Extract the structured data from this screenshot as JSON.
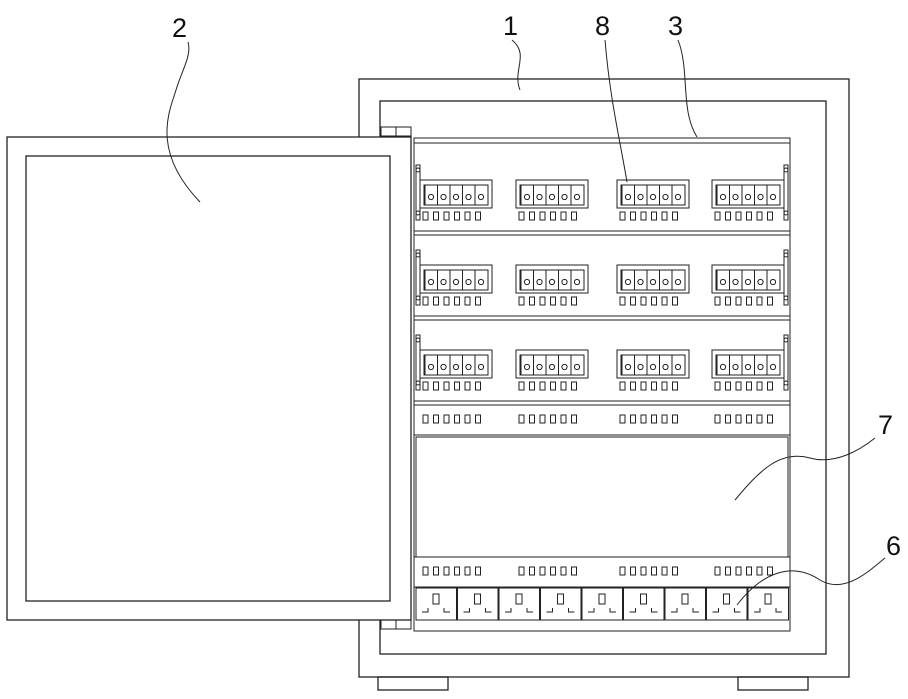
{
  "labels": {
    "cabinet": "1",
    "door": "2",
    "panel": "3",
    "socket": "6",
    "blank_area": "7",
    "terminal_block": "8"
  },
  "layout": {
    "terminal_rows": 3,
    "terminal_blocks_per_row": 4,
    "socket_count": 9
  }
}
